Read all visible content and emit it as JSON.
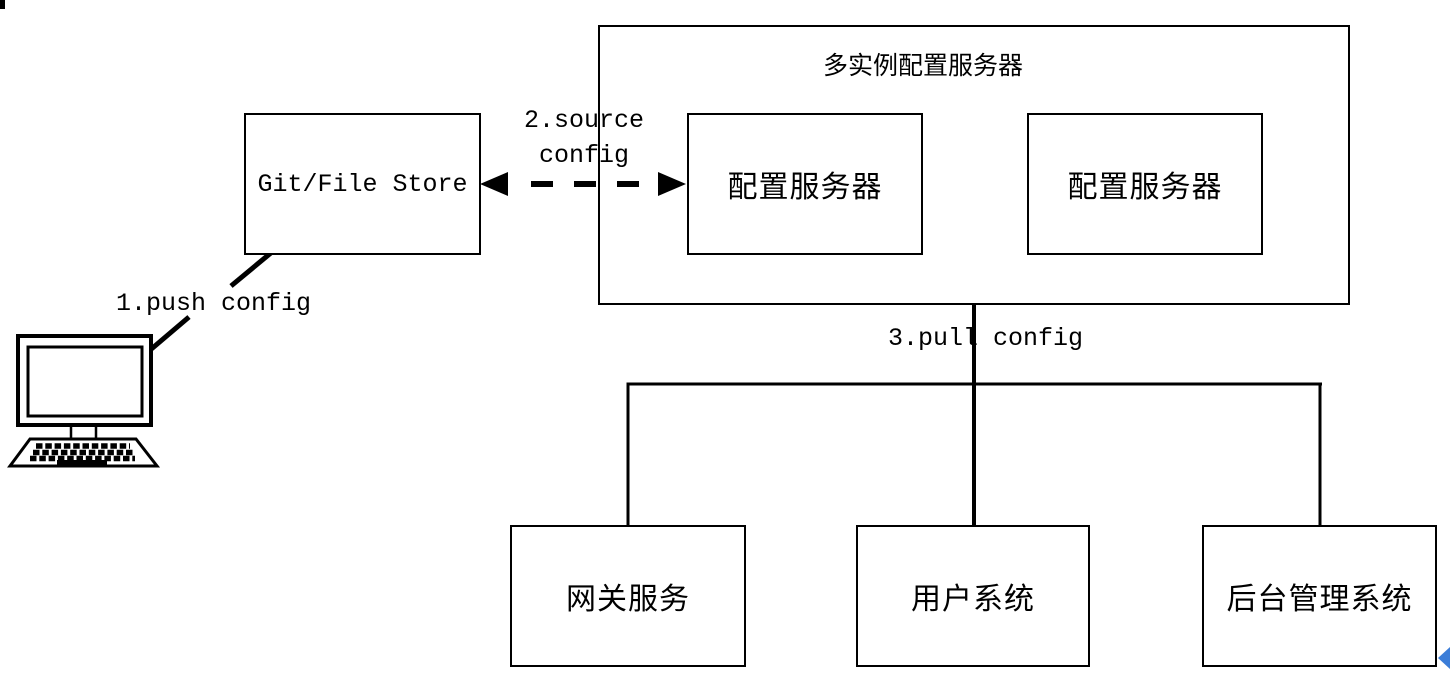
{
  "diagram": {
    "title": "多实例配置服务器",
    "nodes": {
      "git_store": {
        "label": "Git/File Store"
      },
      "config_server_1": {
        "label": "配置服务器"
      },
      "config_server_2": {
        "label": "配置服务器"
      },
      "gateway_service": {
        "label": "网关服务"
      },
      "user_system": {
        "label": "用户系统"
      },
      "admin_system": {
        "label": "后台管理系统"
      }
    },
    "edge_labels": {
      "push_config": "1.push config",
      "source_config_line1": "2.source",
      "source_config_line2": "config",
      "pull_config": "3.pull config"
    },
    "icons": {
      "computer": "desktop-computer-icon",
      "collapse_arrow": "blue-left-triangle-icon"
    },
    "colors": {
      "stroke": "#000000",
      "background": "#ffffff",
      "collapse_arrow": "#3b7dd8"
    }
  }
}
